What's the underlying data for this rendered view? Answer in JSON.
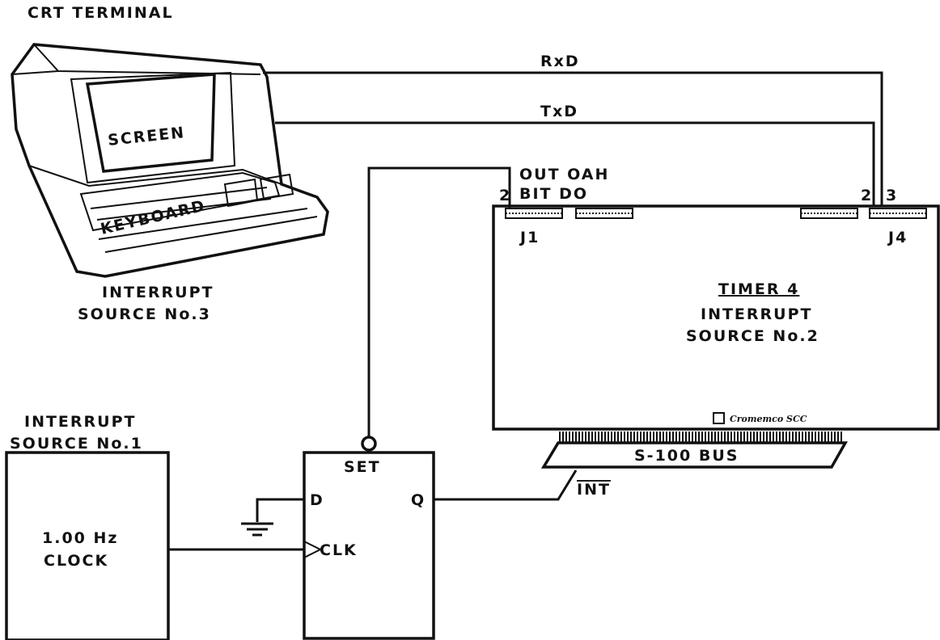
{
  "labels": {
    "crt_terminal": "CRT TERMINAL",
    "screen": "SCREEN",
    "keyboard": "KEYBOARD",
    "interrupt_source_3_line1": "INTERRUPT",
    "interrupt_source_3_line2": "SOURCE No.3",
    "rxd": "RxD",
    "txd": "TxD",
    "out_port_line1": "OUT OAH",
    "out_port_line2": "BIT DO",
    "pin_j1": "2",
    "pin_j4_a": "2",
    "pin_j4_b": "3",
    "connector_j1": "J1",
    "connector_j4": "J4",
    "timer": "TIMER 4",
    "interrupt_source_2_line1": "INTERRUPT",
    "interrupt_source_2_line2": "SOURCE No.2",
    "brand": "Cromemco SCC",
    "bus": "S-100 BUS",
    "int_signal": "INT",
    "interrupt_source_1_line1": "INTERRUPT",
    "interrupt_source_1_line2": "SOURCE No.1",
    "clock_line1": "1.00 Hz",
    "clock_line2": "CLOCK",
    "ff_set": "SET",
    "ff_d": "D",
    "ff_q": "Q",
    "ff_clk": "CLK"
  }
}
